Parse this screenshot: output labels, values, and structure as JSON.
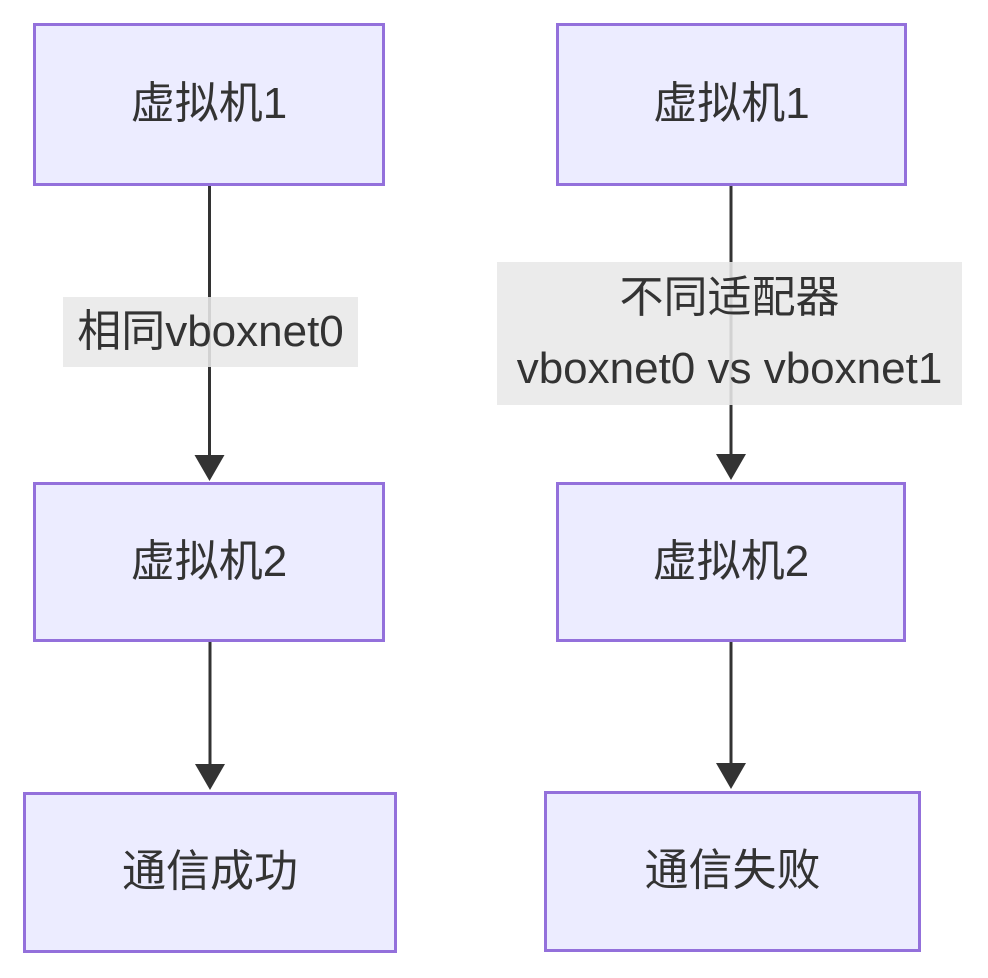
{
  "diagram": {
    "left_flow": {
      "vm1": "虚拟机1",
      "vm2": "虚拟机2",
      "result": "通信成功",
      "edge_label_line1": "相同vboxnet0"
    },
    "right_flow": {
      "vm1": "虚拟机1",
      "vm2": "虚拟机2",
      "result": "通信失败",
      "edge_label_line1": "不同适配器",
      "edge_label_line2": "vboxnet0 vs vboxnet1"
    },
    "colors": {
      "node_fill": "#ECECFF",
      "node_border": "#9370DB",
      "edge_label_bg": "#E8E8E8",
      "arrow": "#333333",
      "text": "#333333",
      "background": "#FFFFFF"
    }
  }
}
